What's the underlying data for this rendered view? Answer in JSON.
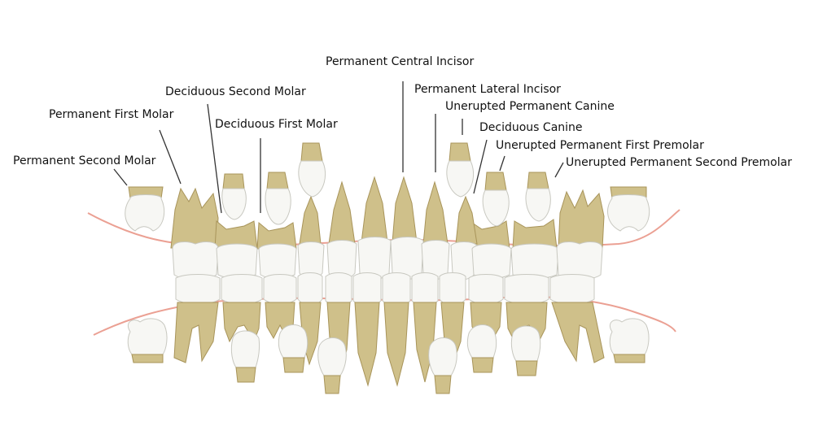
{
  "labels": {
    "permanent_central_incisor": "Permanent Central Incisor",
    "permanent_lateral_incisor": "Permanent Lateral Incisor",
    "unerupted_permanent_canine": "Unerupted Permanent Canine",
    "deciduous_canine": "Deciduous Canine",
    "unerupted_permanent_first_premolar": "Unerupted Permanent First Premolar",
    "unerupted_permanent_second_premolar": "Unerupted Permanent Second Premolar",
    "deciduous_second_molar": "Deciduous Second Molar",
    "deciduous_first_molar": "Deciduous First Molar",
    "permanent_first_molar": "Permanent First Molar",
    "permanent_second_molar": "Permanent Second Molar"
  },
  "colors": {
    "root": "#cfc08a",
    "root_edge": "#a8945a",
    "crown": "#f7f7f4",
    "crown_edge": "#c8c8c0",
    "gum_line": "#eba093",
    "leader": "#333333"
  }
}
